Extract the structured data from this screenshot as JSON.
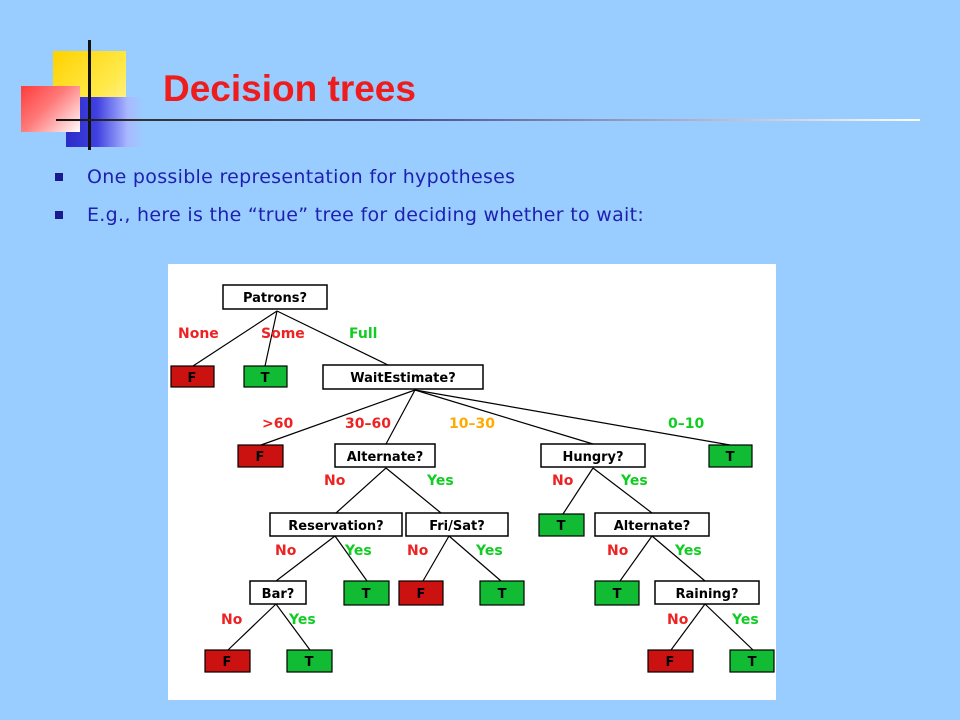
{
  "slide": {
    "title": "Decision trees",
    "bullets": [
      "One possible representation for hypotheses",
      "E.g., here is the “true” tree for deciding whether to wait:"
    ]
  },
  "colors": {
    "title": "#ee1c1c",
    "bullet_text": "#1f1fb0",
    "background": "#99ccff",
    "leaf_false": "#cc1111",
    "leaf_true": "#11bb33",
    "label_red": "#ee2222",
    "label_green": "#11cc22",
    "label_orange": "#ffaa00"
  },
  "tree": {
    "nodes": {
      "patrons": "Patrons?",
      "wait_estimate": "WaitEstimate?",
      "alternate_1": "Alternate?",
      "hungry": "Hungry?",
      "reservation": "Reservation?",
      "fri_sat": "Fri/Sat?",
      "alternate_2": "Alternate?",
      "bar": "Bar?",
      "raining": "Raining?"
    },
    "leaves": {
      "none_f": "F",
      "some_t": "T",
      "gt60_f": "F",
      "t0_10": "T",
      "hungry_no_t": "T",
      "res_yes_t": "T",
      "frisat_no_f": "F",
      "frisat_yes_t": "T",
      "alt2_no_t": "T",
      "bar_no_f": "F",
      "bar_yes_t": "T",
      "rain_no_f": "F",
      "rain_yes_t": "T"
    },
    "edge_labels": {
      "none": "None",
      "some": "Some",
      "full": "Full",
      "gt60": ">60",
      "w30_60": "30–60",
      "w10_30": "10–30",
      "w0_10": "0–10",
      "alt1_no": "No",
      "alt1_yes": "Yes",
      "hungry_no": "No",
      "hungry_yes": "Yes",
      "res_no": "No",
      "res_yes": "Yes",
      "frisat_no": "No",
      "frisat_yes": "Yes",
      "alt2_no": "No",
      "alt2_yes": "Yes",
      "bar_no": "No",
      "bar_yes": "Yes",
      "rain_no": "No",
      "rain_yes": "Yes"
    }
  }
}
